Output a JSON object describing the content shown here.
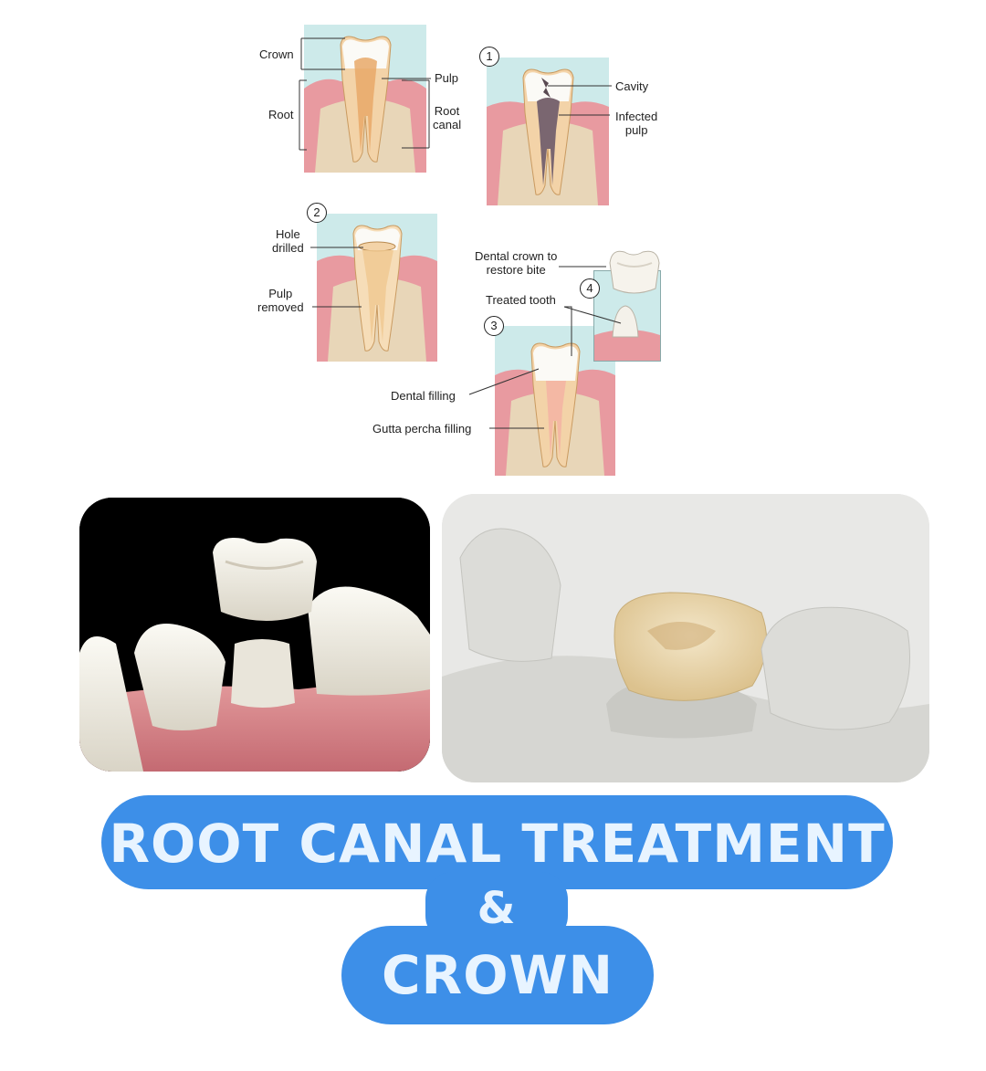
{
  "diagram": {
    "anatomy_labels": {
      "crown": "Crown",
      "root": "Root",
      "pulp": "Pulp",
      "root_canal": "Root\ncanal"
    },
    "step1": {
      "number": "1",
      "cavity": "Cavity",
      "infected_pulp": "Infected\npulp"
    },
    "step2": {
      "number": "2",
      "hole_drilled": "Hole\ndrilled",
      "pulp_removed": "Pulp\nremoved"
    },
    "step3": {
      "number": "3",
      "treated_tooth": "Treated tooth",
      "dental_filling": "Dental filling",
      "gutta_percha": "Gutta percha filling"
    },
    "step4": {
      "number": "4",
      "dental_crown": "Dental crown to\nrestore bite"
    }
  },
  "banner": {
    "line1": "ROOT CANAL TREATMENT",
    "line2": "&",
    "line3": "CROWN",
    "color": "#3d8fe8"
  },
  "colors": {
    "gum": "#e89aa0",
    "bone": "#e8d6b8",
    "sky": "#cdeaea",
    "enamel": "#fbfaf6",
    "pulp": "#e8a868"
  }
}
